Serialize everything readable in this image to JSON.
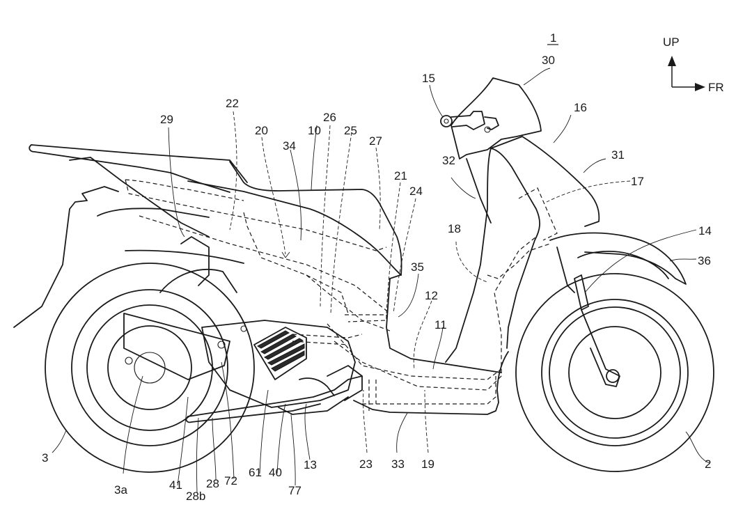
{
  "figure": {
    "title_numeral": "1",
    "orientation": {
      "up_label": "UP",
      "front_label": "FR"
    },
    "reference_numerals": {
      "n30": "30",
      "n15": "15",
      "n16": "16",
      "n31": "31",
      "n17": "17",
      "n14": "14",
      "n36": "36",
      "n32": "32",
      "n18": "18",
      "n35": "35",
      "n12": "12",
      "n11": "11",
      "n29": "29",
      "n22": "22",
      "n20": "20",
      "n26": "26",
      "n10": "10",
      "n25": "25",
      "n34": "34",
      "n27": "27",
      "n21": "21",
      "n24": "24",
      "n3": "3",
      "n3a": "3a",
      "n41": "41",
      "n28b": "28b",
      "n28": "28",
      "n72": "72",
      "n61": "61",
      "n40": "40",
      "n77": "77",
      "n13": "13",
      "n23": "23",
      "n33": "33",
      "n19": "19",
      "n2": "2"
    }
  }
}
